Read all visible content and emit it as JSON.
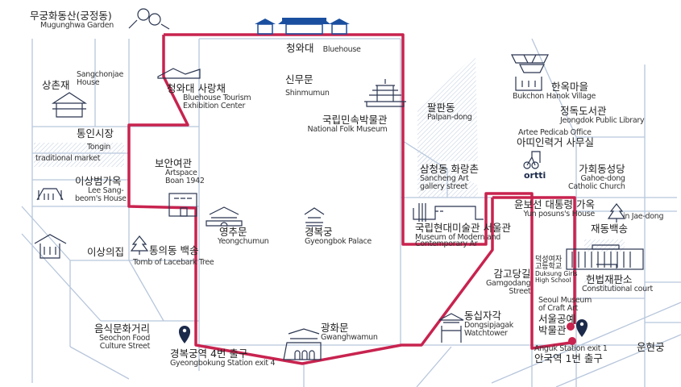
{
  "colors": {
    "route": "#c8234f",
    "road": "#b7c6dc",
    "icon_blue": "#1a4fa0",
    "icon_line": "#2a3550",
    "pin": "#1b2a4a"
  },
  "places": [
    {
      "ko": "무궁화동산(궁정동)",
      "en": "Mugunghwa Garden"
    },
    {
      "ko": "청와대",
      "en": "Bluehouse"
    },
    {
      "ko": "상촌재",
      "en": "Sangchonjae House"
    },
    {
      "ko": "청와대 사랑채",
      "en": "Bluehouse Tourism",
      "en2": "Exhibition Center"
    },
    {
      "ko": "신무문",
      "en": "Shinmumun"
    },
    {
      "ko": "국립민속박물관",
      "en": "National Folk Museum"
    },
    {
      "ko": "통인시장",
      "en": "Tongin",
      "en2": "traditional market"
    },
    {
      "ko": "보안여관",
      "en": "Artspace",
      "en2": "Boan 1942"
    },
    {
      "ko": "이상범가옥",
      "en": "Lee Sang-",
      "en2": "beom's House"
    },
    {
      "ko": "영추문",
      "en": "Yeongchumun"
    },
    {
      "ko": "경복궁",
      "en": "Gyeongbok Palace"
    },
    {
      "ko": "이상의집"
    },
    {
      "ko": "통의동 백송",
      "en": "Tomb of Lacebark Tree"
    },
    {
      "ko": "음식문화거리",
      "en": "Seochon Food",
      "en2": "Culture Street"
    },
    {
      "ko": "경복궁역 4번 출구",
      "en": "Gyeongbokung Station exit 4"
    },
    {
      "ko": "광화문",
      "en": "Gwanghwamun"
    },
    {
      "ko": "팔판동",
      "en": "Palpan-dong"
    },
    {
      "ko": "삼청동 화랑촌",
      "en": "Sancheng Art",
      "en2": "gallery street"
    },
    {
      "ko": "한옥마을",
      "en": "Bukchon Hanok Village"
    },
    {
      "ko": "정독도서관",
      "en": "Jeongdok Public Library"
    },
    {
      "ko": "아띠인력거 사무실",
      "en": "Artee Pedicab Office"
    },
    {
      "ko": "가회동성당",
      "en": "Gahoe-dong",
      "en2": "Catholic Church"
    },
    {
      "ko": "국립현대미술관 서울관",
      "en": "Museum of Modern and",
      "en2": "Contemporary Ar"
    },
    {
      "ko": "윤보선 대통령 가옥",
      "en": "Yun posuns's House"
    },
    {
      "ko": "재동백송",
      "en": "in Jae-dong"
    },
    {
      "ko": "감고당길",
      "en": "Gamgodang",
      "en2": "Street"
    },
    {
      "ko": "덕성여자",
      "ko2": "고등학교",
      "en": "Duksung Girls",
      "en2": "High School"
    },
    {
      "ko": "헌법재판소",
      "en": "Constitutional  court"
    },
    {
      "ko": "서울공예",
      "ko2": "박물관",
      "en": "Seoul Museum",
      "en2": "of Craft Art"
    },
    {
      "ko": "동십자각",
      "en": "Dongsipjagak",
      "en2": "Watchtower"
    },
    {
      "ko": "안국역 1번 출구",
      "en": "Anguk Station exit 1"
    },
    {
      "ko": "운현궁"
    }
  ],
  "logo": "ortti"
}
